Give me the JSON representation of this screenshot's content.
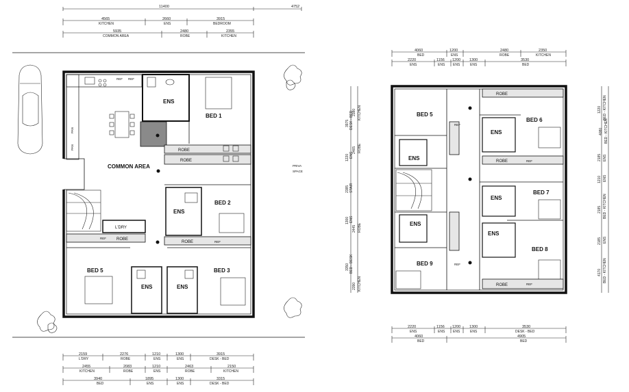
{
  "left_plan": {
    "top_dims": {
      "overall": [
        "11400",
        "4752"
      ],
      "row1": [
        [
          "4565",
          "KITCHEN"
        ],
        [
          "2660",
          "ENS"
        ],
        [
          "3915",
          "BEDROOM"
        ]
      ],
      "row2": [
        [
          "5935",
          "COMMON AREA"
        ],
        [
          "2480",
          "ROBE"
        ],
        [
          "2355",
          "KITCHEN"
        ]
      ]
    },
    "bottom_dims": {
      "row1": [
        [
          "2159",
          "L'DRY"
        ],
        [
          "2276",
          "ROBE"
        ],
        [
          "1210",
          "ENS"
        ],
        [
          "1300",
          "ENS"
        ],
        [
          "3915",
          "DESK - BED"
        ]
      ],
      "row2": [
        [
          "2455",
          "KITCHEN"
        ],
        [
          "2083",
          "ROBE"
        ],
        [
          "1210",
          "ENS"
        ],
        [
          "2463",
          "ROBE"
        ],
        [
          "2150",
          "KITCHEN"
        ]
      ],
      "row3": [
        [
          "3940",
          "BED"
        ],
        [
          "1895",
          "ENS"
        ],
        [
          "1300",
          "ENS"
        ],
        [
          "3315",
          "DESK - BED"
        ]
      ]
    },
    "rooms": {
      "ens_top": "ENS",
      "bed1": "BED 1",
      "common": "COMMON AREA",
      "robe1": "ROBE",
      "robe2": "ROBE",
      "ens_mid": "ENS",
      "bed2": "BED 2",
      "ldry": "L'DRY",
      "robe3": "ROBE",
      "robe4": "ROBE",
      "bed5": "BED 5",
      "ens_b1": "ENS",
      "ens_b2": "ENS",
      "bed3": "BED 3",
      "ref1": "REF",
      "ref2": "REF",
      "ref3": "REF",
      "ref4": "REF",
      "pan1": "PAN",
      "pan2": "PAN",
      "priva1": "PRIVA",
      "priva2": "SPACE"
    }
  },
  "right_plan": {
    "top_dims": {
      "row1": [
        [
          "4060",
          "BED"
        ],
        [
          "1200",
          "ENS"
        ],
        [
          "2480",
          "ROBE"
        ],
        [
          "2350",
          "KITCHEN"
        ]
      ],
      "row2": [
        [
          "2220",
          "ENS"
        ],
        [
          "1156",
          "ENS"
        ],
        [
          "1200",
          "ENS"
        ],
        [
          "1300",
          "ENS"
        ],
        [
          "3530",
          "BED"
        ]
      ]
    },
    "bottom_dims": {
      "row1": [
        [
          "2220",
          "ENS"
        ],
        [
          "1156",
          "ENS"
        ],
        [
          "1200",
          "ENS"
        ],
        [
          "1300",
          "ENS"
        ],
        [
          "3530",
          "DESK - BED"
        ]
      ],
      "row2": [
        [
          "4060",
          "BED"
        ],
        [
          "4905",
          "BED"
        ]
      ]
    },
    "left_dims": [
      [
        "3975",
        "DESK - BED"
      ],
      [
        "2380",
        "KITCHEN"
      ],
      [
        "1220",
        "ENS"
      ],
      [
        "2465",
        "ROBE"
      ],
      [
        "2385",
        "STAIR"
      ],
      [
        "1300",
        "ENS"
      ],
      [
        "2445",
        "ROBE"
      ],
      [
        "3350",
        "BED - DESK"
      ],
      [
        "2390",
        "KITCHEN"
      ]
    ],
    "right_dims": [
      [
        "1220",
        "BED - KITCHEN"
      ],
      [
        "4080",
        "BED - KITCHEN"
      ],
      [
        "2185",
        "ENS"
      ],
      [
        "1210",
        "ENS"
      ],
      [
        "2185",
        "BED - KITCHEN"
      ],
      [
        "2185",
        "ENS"
      ],
      [
        "4170",
        "BED - KITCHEN"
      ]
    ],
    "rooms": {
      "bed5": "BED 5",
      "robe_top": "ROBE",
      "bed6": "BED 6",
      "ens1": "ENS",
      "ens2": "ENS",
      "robe_r1": "ROBE",
      "ref_r1": "REF",
      "bed7": "BED 7",
      "ens3": "ENS",
      "ens4": "ENS",
      "ens5": "ENS",
      "bed8": "BED 8",
      "bed9": "BED 9",
      "robe_bottom": "ROBE",
      "ref_r2": "REF",
      "ref_r3": "REF",
      "ref_r4": "REF"
    }
  }
}
